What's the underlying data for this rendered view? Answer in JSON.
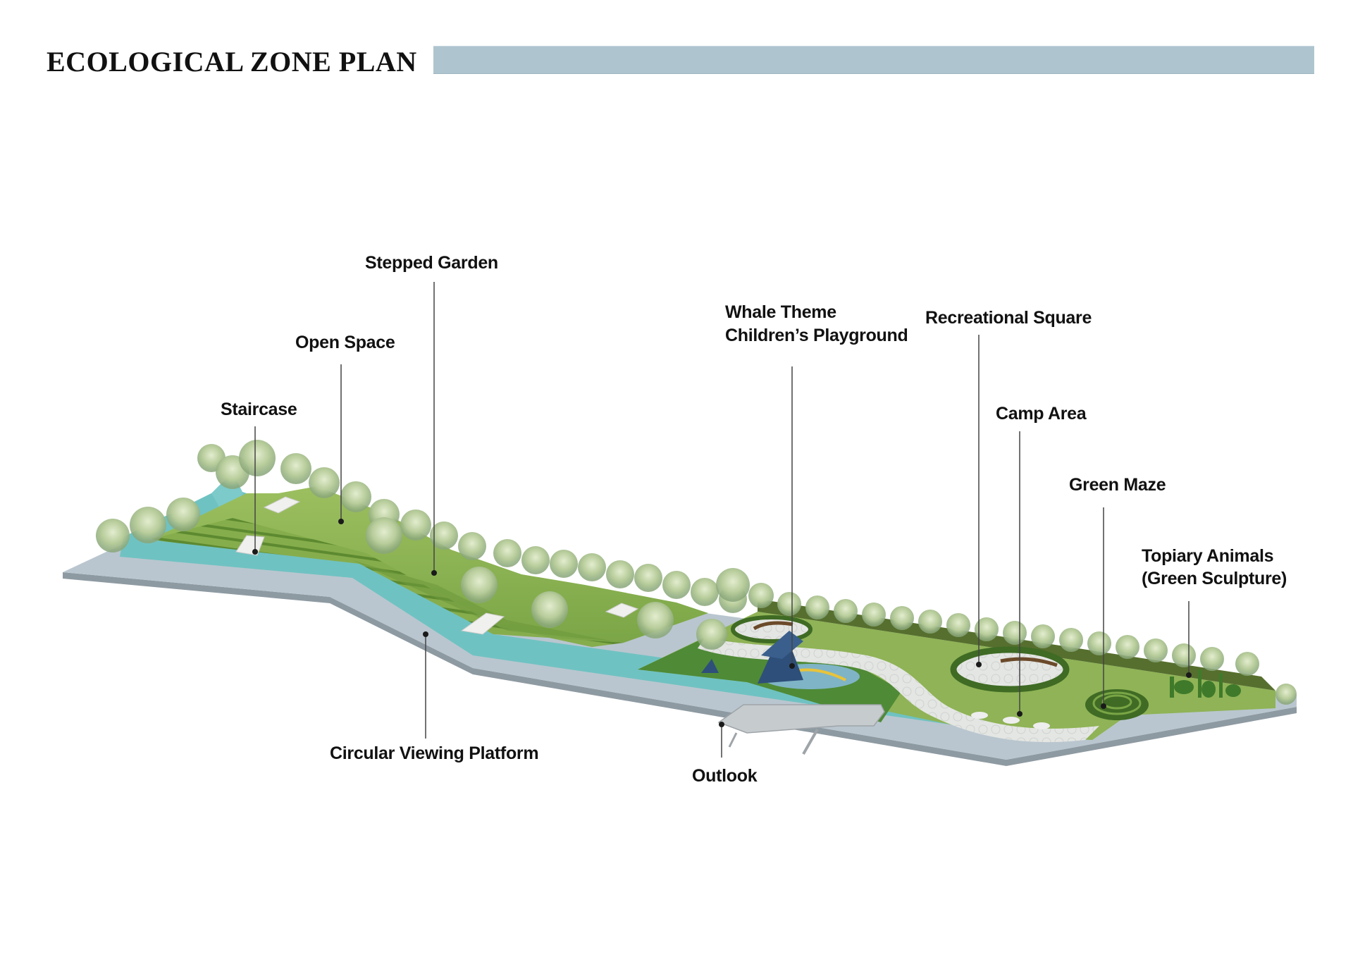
{
  "header": {
    "title": "ECOLOGICAL ZONE PLAN",
    "bar_color": "#aec5cf"
  },
  "colors": {
    "walkway": "#b9c6cf",
    "walkway_edge": "#8e9aa2",
    "water": "#6fc2c2",
    "lawn": "#8fb356",
    "lawn_dark": "#5f8a32",
    "hedge": "#4d7a2c",
    "paving": "#e2e4e2",
    "tree_light": "#cfe0b0",
    "tree_dark": "#9fb98a",
    "whale": "#2e4f7a",
    "leader": "#444444"
  },
  "labels": {
    "staircase": "Staircase",
    "open_space": "Open Space",
    "stepped_garden": "Stepped Garden",
    "whale_line1": "Whale Theme",
    "whale_line2": "Children’s Playground",
    "recreational_square": "Recreational Square",
    "camp_area": "Camp Area",
    "green_maze": "Green Maze",
    "topiary_line1": "Topiary Animals",
    "topiary_line2": "(Green Sculpture)",
    "circular_viewing_platform": "Circular Viewing Platform",
    "outlook": "Outlook"
  }
}
